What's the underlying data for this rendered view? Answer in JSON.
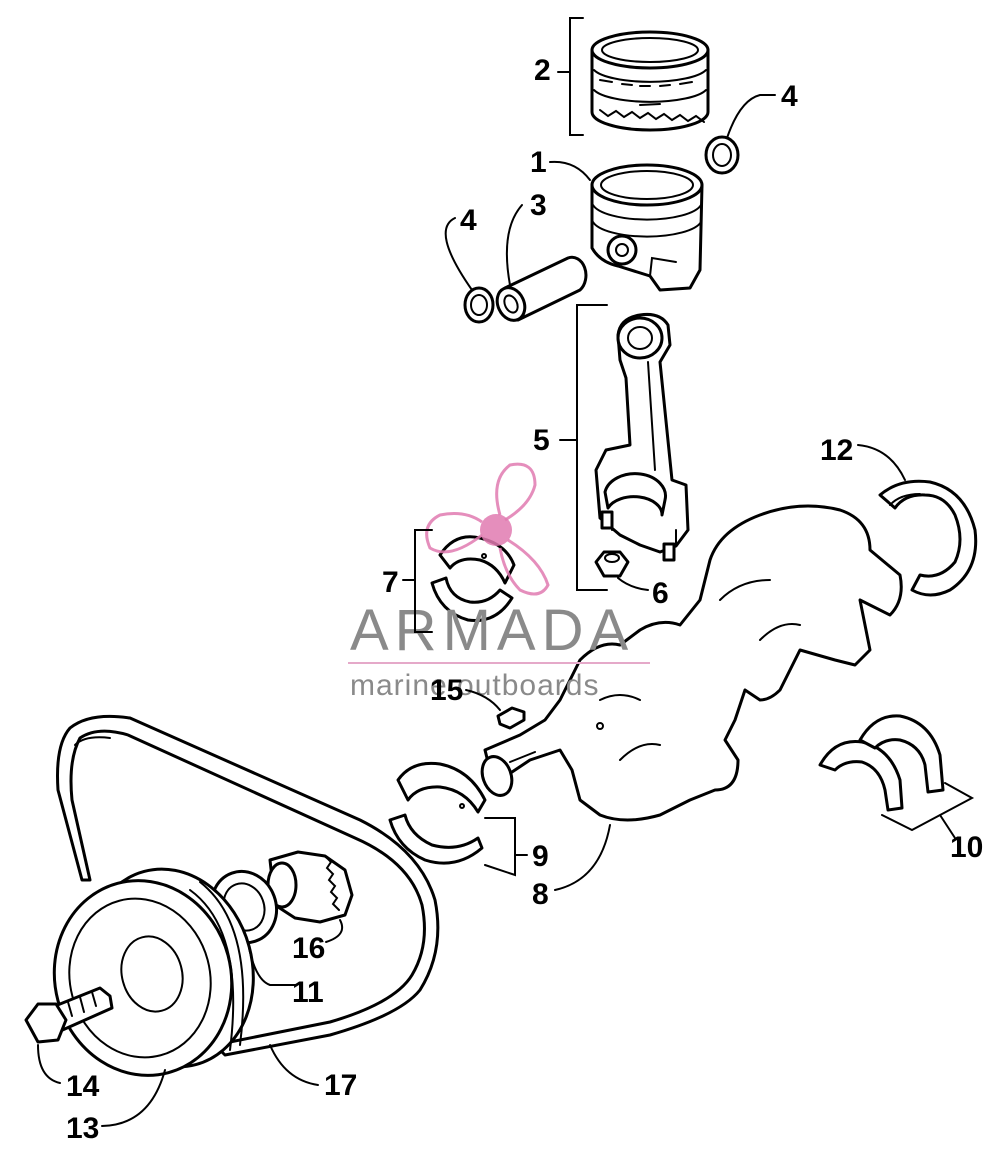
{
  "callouts": {
    "c1": "1",
    "c2": "2",
    "c3": "3",
    "c4a": "4",
    "c4b": "4",
    "c5": "5",
    "c6": "6",
    "c7": "7",
    "c8": "8",
    "c9": "9",
    "c10": "10",
    "c11": "11",
    "c12": "12",
    "c13": "13",
    "c14": "14",
    "c15": "15",
    "c16": "16",
    "c17": "17"
  },
  "watermark": {
    "brand": "ARMADA",
    "tagline": "marine outboards",
    "logo_icon": "propeller-icon",
    "color": "#e07ab0"
  }
}
